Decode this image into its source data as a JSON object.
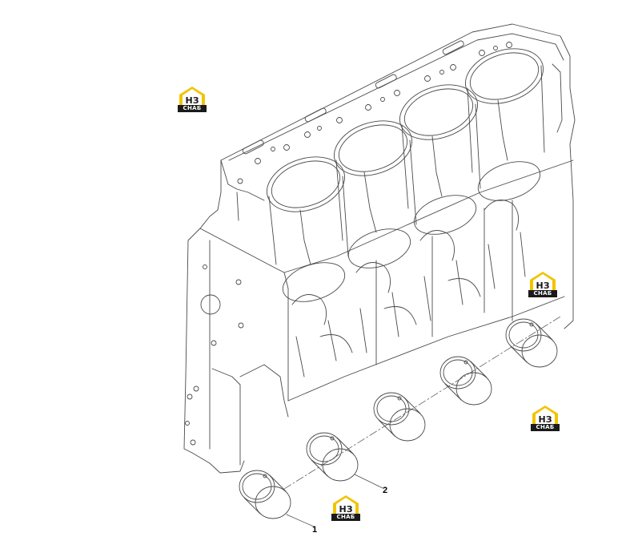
{
  "callouts": [
    {
      "id": "1",
      "label": "1"
    },
    {
      "id": "2",
      "label": "2"
    }
  ],
  "watermark": {
    "letters": "НЗ",
    "caption": "СНАБ",
    "colors": {
      "house": "#f2c400",
      "dark": "#1a1a1a"
    }
  },
  "line_color": "#4a4a4a"
}
